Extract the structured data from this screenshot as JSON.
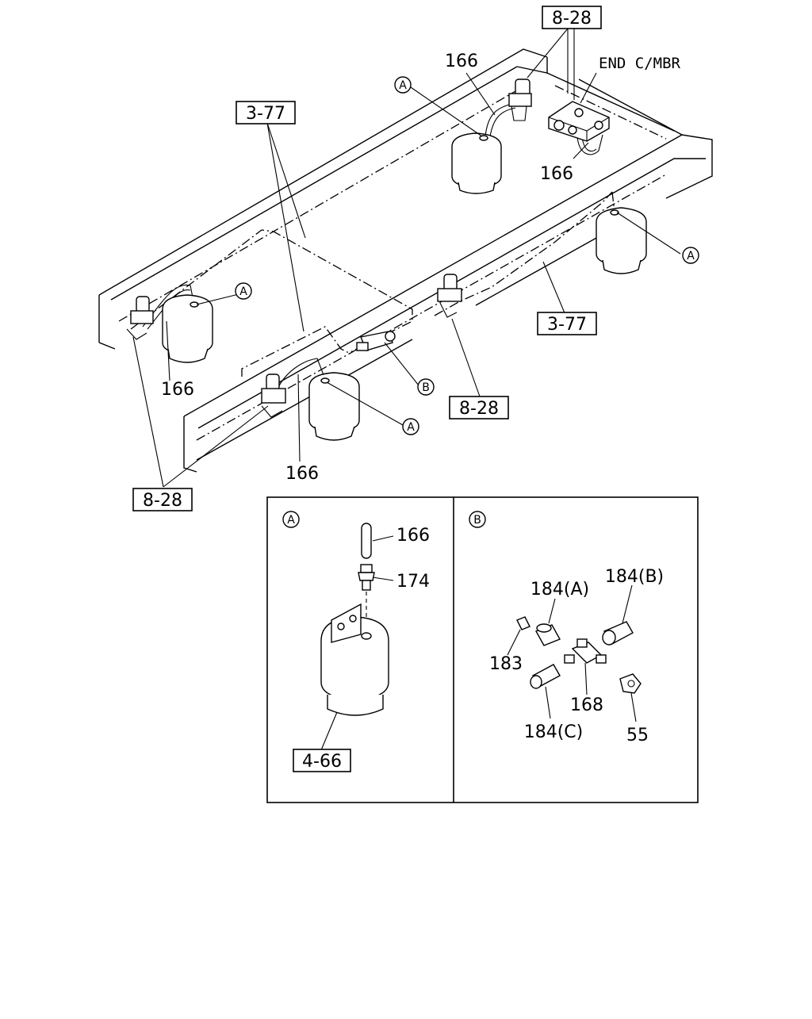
{
  "refs": {
    "r_8_28_top": "8-28",
    "r_3_77_left": "3-77",
    "r_3_77_right": "3-77",
    "r_8_28_mid": "8-28",
    "r_8_28_bottom": "8-28",
    "r_4_66": "4-66"
  },
  "labels": {
    "end_cmbr": "END C/MBR",
    "p166_top": "166",
    "p166_valve": "166",
    "p166_left": "166",
    "p166_bottom": "166",
    "detail_166": "166",
    "detail_174": "174",
    "detail_184a": "184(A)",
    "detail_184b": "184(B)",
    "detail_183": "183",
    "detail_168": "168",
    "detail_184c": "184(C)",
    "detail_55": "55"
  },
  "callouts": {
    "a": "A",
    "b": "B"
  }
}
